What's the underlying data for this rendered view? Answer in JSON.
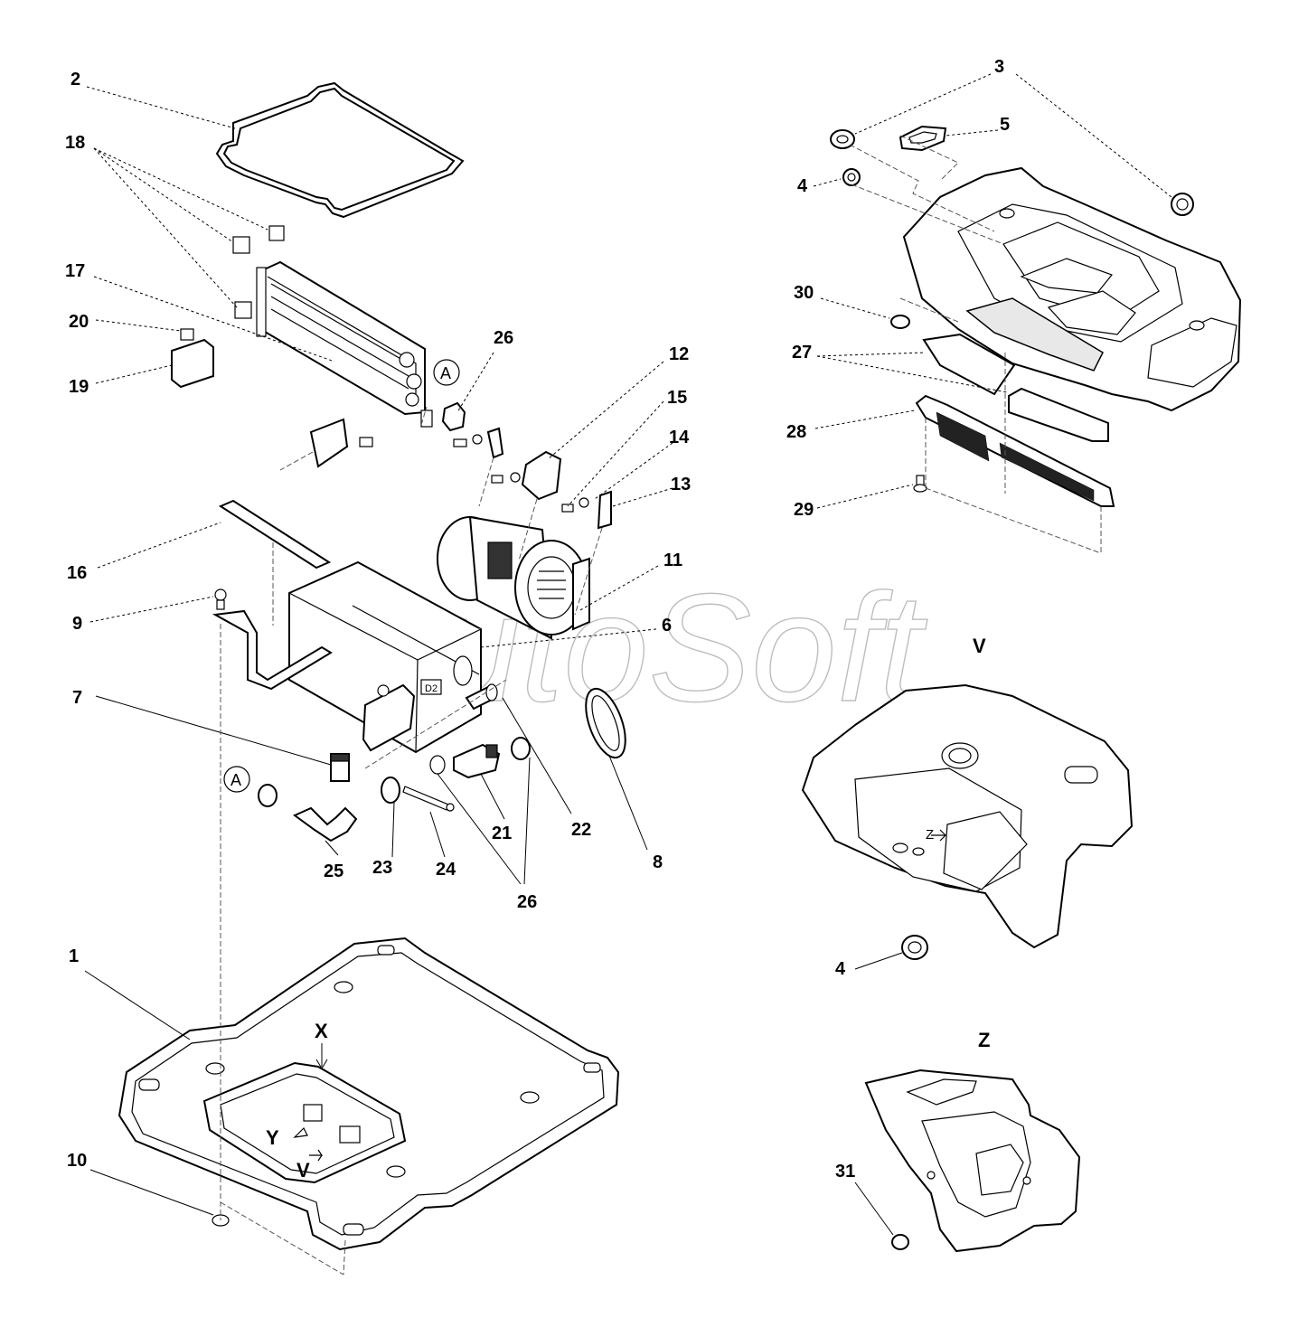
{
  "watermark": "AutoSoft",
  "callouts": {
    "c1": "1",
    "c2": "2",
    "c3": "3",
    "c4a": "4",
    "c4b": "4",
    "c5": "5",
    "c6": "6",
    "c7": "7",
    "c8": "8",
    "c9": "9",
    "c10": "10",
    "c11": "11",
    "c12": "12",
    "c13": "13",
    "c14": "14",
    "c15": "15",
    "c16": "16",
    "c17": "17",
    "c18": "18",
    "c19": "19",
    "c20": "20",
    "c21": "21",
    "c22": "22",
    "c23": "23",
    "c24": "24",
    "c25": "25",
    "c26a": "26",
    "c26b": "26",
    "c27": "27",
    "c28": "28",
    "c29": "29",
    "c30": "30",
    "c31": "31"
  },
  "markers": {
    "circle_a1": "A",
    "circle_a2": "A",
    "badge": "D2"
  },
  "view_labels": {
    "v": "V",
    "z": "Z",
    "x": "X",
    "y": "Y",
    "v_small": "V",
    "z_small": "Z"
  }
}
